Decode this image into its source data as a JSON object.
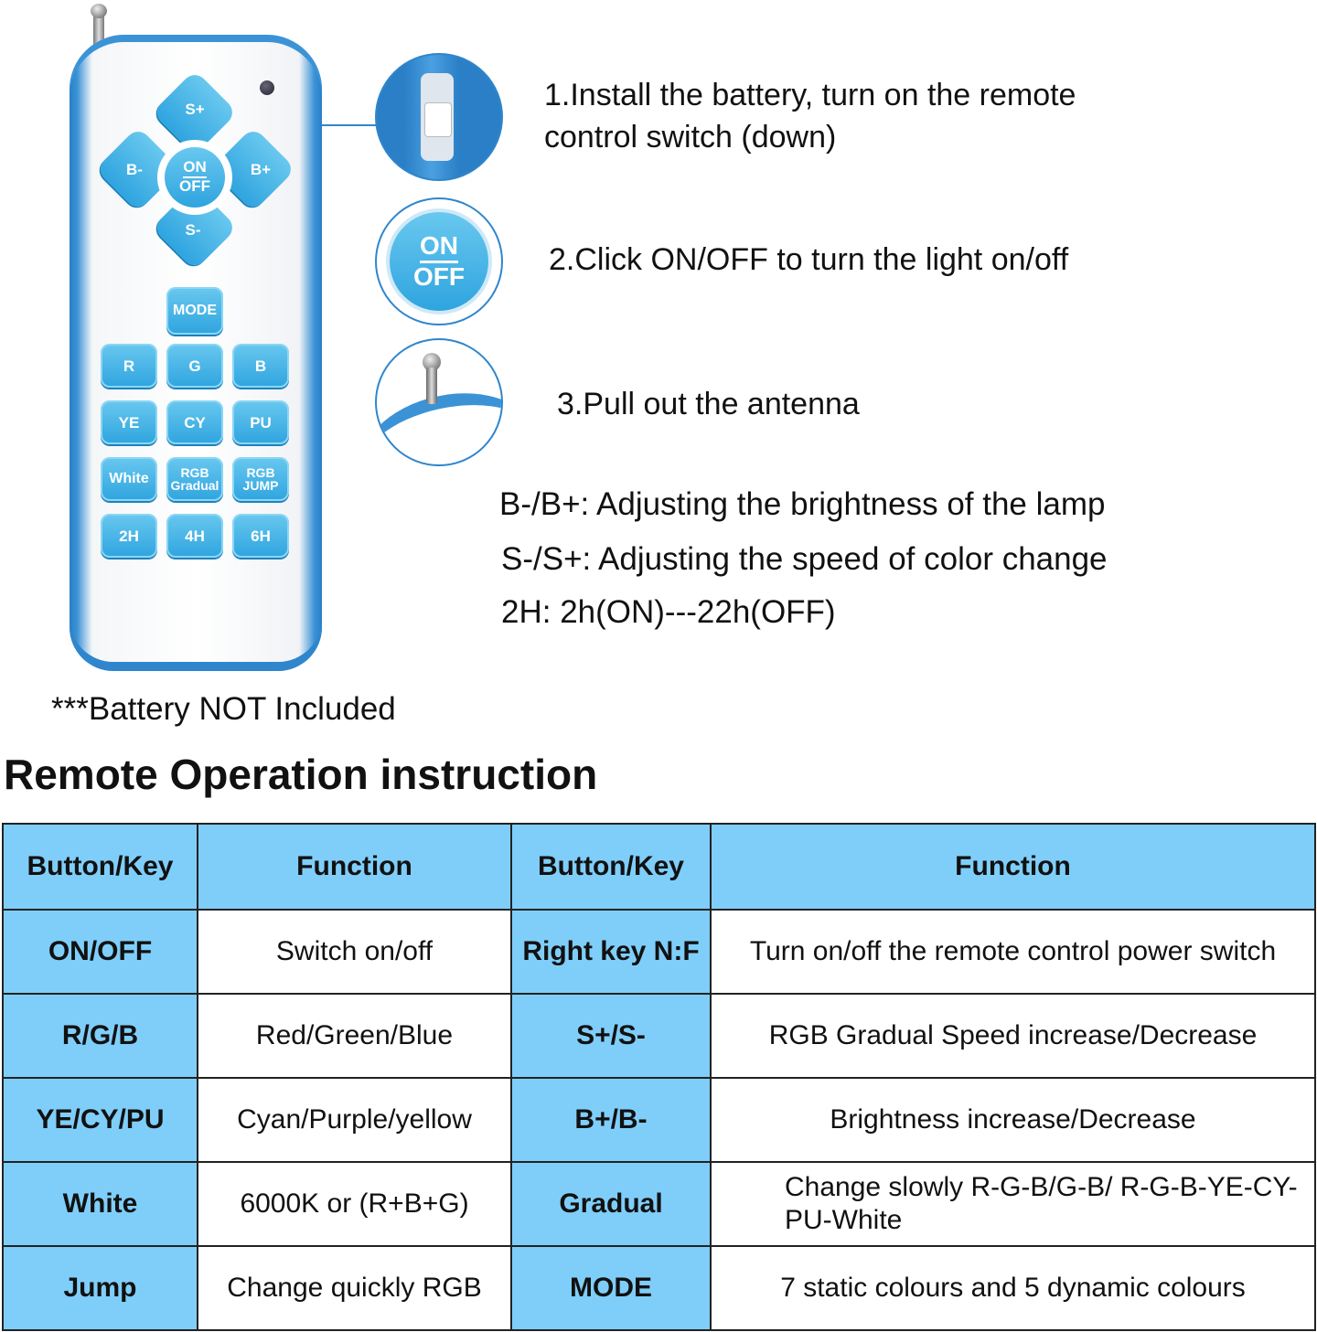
{
  "remote": {
    "dpad": {
      "top": "S+",
      "left": "B-",
      "right": "B+",
      "bottom": "S-",
      "center_on": "ON",
      "center_off": "OFF"
    },
    "mode": "MODE",
    "rows": [
      [
        "R",
        "G",
        "B"
      ],
      [
        "YE",
        "CY",
        "PU"
      ],
      [
        "White",
        "RGB Gradual",
        "RGB JUMP"
      ],
      [
        "2H",
        "4H",
        "6H"
      ]
    ]
  },
  "steps": [
    {
      "text_line1": "1.Install the battery, turn on the remote",
      "text_line2": "control switch (down)"
    },
    {
      "text": "2.Click ON/OFF to turn the light on/off",
      "badge_on": "ON",
      "badge_off": "OFF"
    },
    {
      "text": "3.Pull out the antenna"
    }
  ],
  "descriptions": [
    "B-/B+:  Adjusting the brightness of the lamp",
    "S-/S+:  Adjusting the speed of color change",
    "2H: 2h(ON)---22h(OFF)"
  ],
  "battery_note": "***Battery NOT Included",
  "section_title": "Remote Operation instruction",
  "table": {
    "headers": [
      "Button/Key",
      "Function",
      "Button/Key",
      "Function"
    ],
    "rows": [
      [
        "ON/OFF",
        "Switch on/off",
        "Right key N:F",
        "Turn on/off the remote control power switch"
      ],
      [
        "R/G/B",
        "Red/Green/Blue",
        "S+/S-",
        "RGB Gradual Speed increase/Decrease"
      ],
      [
        "YE/CY/PU",
        "Cyan/Purple/yellow",
        "B+/B-",
        "Brightness increase/Decrease"
      ],
      [
        "White",
        "6000K or (R+B+G)",
        "Gradual",
        "Change slowly R-G-B/G-B/ R-G-B-YE-CY-PU-White"
      ],
      [
        "Jump",
        "Change quickly RGB",
        "MODE",
        "7 static colours and 5 dynamic colours"
      ]
    ]
  },
  "colors": {
    "accent_blue": "#2f86cc",
    "key_blue": "#3fb0e6",
    "table_header": "#7fcefa"
  }
}
